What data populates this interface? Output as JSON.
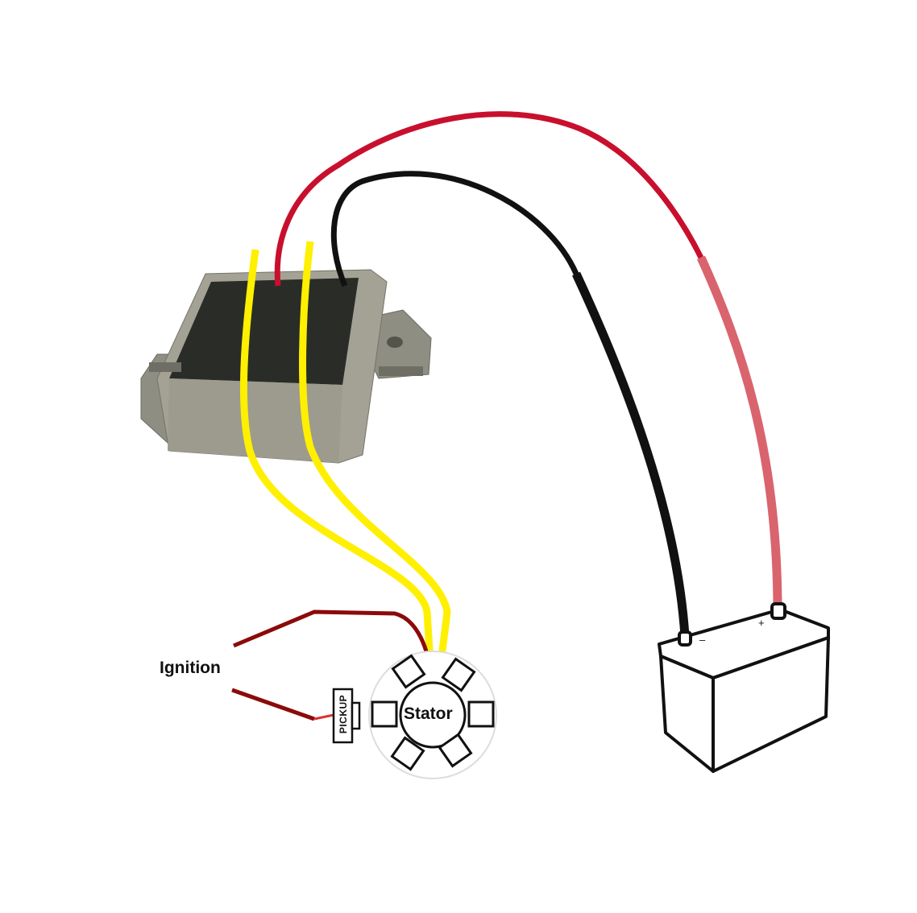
{
  "labels": {
    "ignition": "Ignition",
    "stator": "Stator",
    "pickup": "PICKUP",
    "battery_positive": "+",
    "battery_negative": "–"
  },
  "colors": {
    "red_wire": "#c8102e",
    "pink_wire": "#d9646e",
    "black_wire": "#111111",
    "yellow_wire": "#ffef00",
    "ignition_wire": "#8b0a0a",
    "regulator_metal": "#9a998c",
    "regulator_potting": "#2a2c28"
  }
}
